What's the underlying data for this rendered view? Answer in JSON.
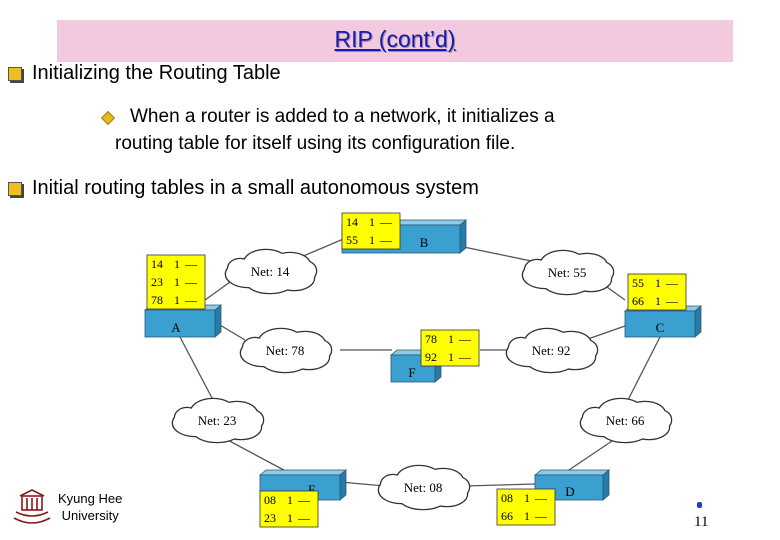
{
  "slide": {
    "title": "RIP (cont’d)",
    "bullet1": "Initializing the Routing Table",
    "sub1_line1": "When a router is added to a network, it initializes a",
    "sub1_line2": "routing table for itself using its configuration file.",
    "bullet2": "Initial routing tables in a small autonomous system",
    "page_number": "11"
  },
  "university": {
    "line1": "Kyung Hee",
    "line2": "University"
  },
  "colors": {
    "title_bg": "#f2c9df",
    "title_text": "#1a1ab0",
    "router": "#3aa0d0",
    "table": "#ffff00",
    "line": "#555555"
  },
  "networks": [
    {
      "id": "net14",
      "label": "Net: 14"
    },
    {
      "id": "net55",
      "label": "Net: 55"
    },
    {
      "id": "net78",
      "label": "Net: 78"
    },
    {
      "id": "net92",
      "label": "Net: 92"
    },
    {
      "id": "net23",
      "label": "Net: 23"
    },
    {
      "id": "net66",
      "label": "Net: 66"
    },
    {
      "id": "net08",
      "label": "Net: 08"
    }
  ],
  "routers": [
    {
      "id": "A",
      "label": "A",
      "table": [
        [
          "14",
          "1",
          "—"
        ],
        [
          "23",
          "1",
          "—"
        ],
        [
          "78",
          "1",
          "—"
        ]
      ]
    },
    {
      "id": "B",
      "label": "B",
      "table": [
        [
          "14",
          "1",
          "—"
        ],
        [
          "55",
          "1",
          "—"
        ]
      ]
    },
    {
      "id": "C",
      "label": "C",
      "table": [
        [
          "55",
          "1",
          "—"
        ],
        [
          "66",
          "1",
          "—"
        ]
      ]
    },
    {
      "id": "D",
      "label": "D",
      "table": [
        [
          "08",
          "1",
          "—"
        ],
        [
          "66",
          "1",
          "—"
        ]
      ]
    },
    {
      "id": "E",
      "label": "E",
      "table": [
        [
          "08",
          "1",
          "—"
        ],
        [
          "23",
          "1",
          "—"
        ]
      ]
    },
    {
      "id": "F",
      "label": "F",
      "table": [
        [
          "78",
          "1",
          "—"
        ],
        [
          "92",
          "1",
          "—"
        ]
      ]
    }
  ]
}
